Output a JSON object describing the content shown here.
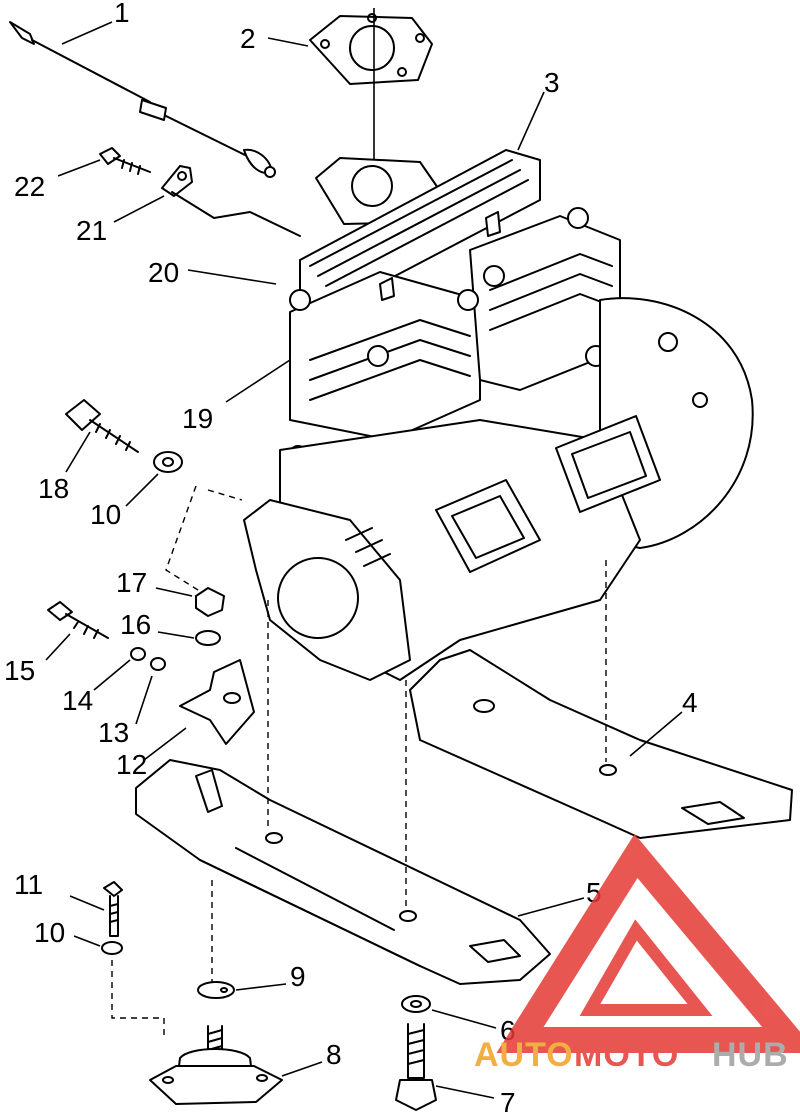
{
  "diagram": {
    "callouts": [
      {
        "id": "c1",
        "label": "1"
      },
      {
        "id": "c2",
        "label": "2"
      },
      {
        "id": "c3",
        "label": "3"
      },
      {
        "id": "c4",
        "label": "4"
      },
      {
        "id": "c5",
        "label": "5"
      },
      {
        "id": "c6",
        "label": "6"
      },
      {
        "id": "c7",
        "label": "7"
      },
      {
        "id": "c8",
        "label": "8"
      },
      {
        "id": "c9",
        "label": "9"
      },
      {
        "id": "c10a",
        "label": "10"
      },
      {
        "id": "c10b",
        "label": "10"
      },
      {
        "id": "c11",
        "label": "11"
      },
      {
        "id": "c12",
        "label": "12"
      },
      {
        "id": "c13",
        "label": "13"
      },
      {
        "id": "c14",
        "label": "14"
      },
      {
        "id": "c15",
        "label": "15"
      },
      {
        "id": "c16",
        "label": "16"
      },
      {
        "id": "c17",
        "label": "17"
      },
      {
        "id": "c18",
        "label": "18"
      },
      {
        "id": "c19",
        "label": "19"
      },
      {
        "id": "c20",
        "label": "20"
      },
      {
        "id": "c21",
        "label": "21"
      },
      {
        "id": "c22",
        "label": "22"
      }
    ]
  },
  "watermark": {
    "brand_auto": "AUTO",
    "brand_moto": "MOTO",
    "brand_hub": "HUB",
    "color_red": "#e53935",
    "color_orange": "#f0a020",
    "color_gray": "#9e9e9e"
  }
}
